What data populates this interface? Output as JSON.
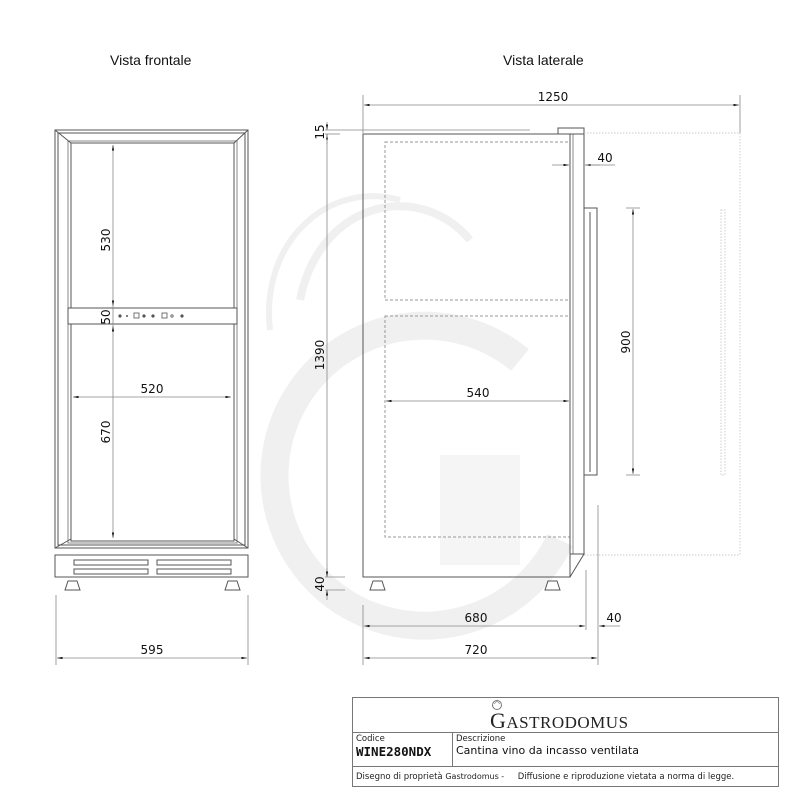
{
  "views": {
    "front": {
      "title": "Vista frontale"
    },
    "side": {
      "title": "Vista laterale"
    }
  },
  "dimensions_mm": {
    "front": {
      "upper_compartment_height": "530",
      "control_panel_height": "50",
      "lower_compartment_height": "670",
      "inner_width": "520",
      "overall_width": "595"
    },
    "side": {
      "depth_door_open": "1250",
      "top_offset": "15",
      "door_thickness": "40",
      "handle_length": "900",
      "overall_height": "1390",
      "inner_depth": "540",
      "feet_height": "40",
      "body_depth": "680",
      "front_protrusion": "40",
      "overall_depth": "720"
    }
  },
  "title_block": {
    "brand": "Gastrodomus",
    "brand_initial": "G",
    "brand_rest": "ASTRODOMUS",
    "code_label": "Codice",
    "code_value": "WINE280NDX",
    "description_label": "Descrizione",
    "description_value": "Cantina vino da incasso ventilata",
    "footer_ownership": "Disegno di proprietà",
    "footer_company": "Gastrodomus -",
    "footer_notice": "Diffusione e riproduzione vietata a norma di legge."
  },
  "colors": {
    "line": "#555555",
    "dim_line": "#888888",
    "watermark": "#f2f2f2"
  }
}
